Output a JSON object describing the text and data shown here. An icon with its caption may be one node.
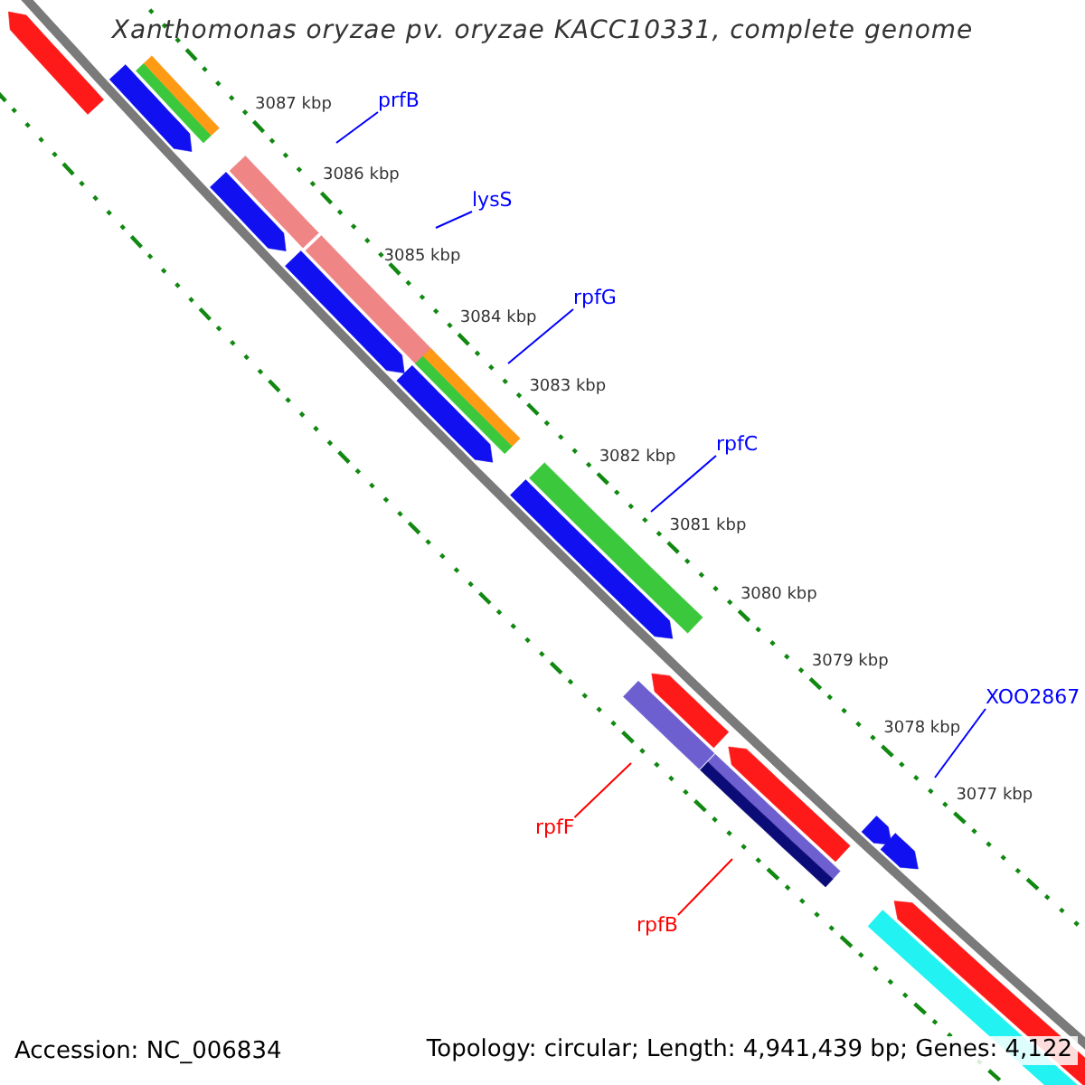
{
  "diagram": {
    "title": "Xanthomonas oryzae pv. oryzae KACC10331, complete genome",
    "nodes": [
      {
        "text": [
          "prfB"
        ]
      },
      {
        "text": [
          "lysS"
        ]
      },
      {
        "text": [
          "rpfG"
        ]
      },
      {
        "text": [
          "rpfC"
        ]
      },
      {
        "text": [
          "XOO2867"
        ]
      },
      {
        "text": [
          "rpfF"
        ]
      },
      {
        "text": [
          "rpfB"
        ]
      }
    ],
    "edges": [
      {
        "from": 0,
        "to": null,
        "arrow": "none"
      },
      {
        "from": 1,
        "to": null,
        "arrow": "none"
      },
      {
        "from": 2,
        "to": null,
        "arrow": "none"
      },
      {
        "from": 3,
        "to": null,
        "arrow": "none"
      },
      {
        "from": 4,
        "to": null,
        "arrow": "none"
      },
      {
        "from": 5,
        "to": null,
        "arrow": "none",
        "color": "#ff0000"
      },
      {
        "from": 6,
        "to": null,
        "arrow": "none",
        "color": "#ff0000"
      }
    ],
    "labels": [
      "3087 kbp",
      "3086 kbp",
      "3085 kbp",
      "3084 kbp",
      "3083 kbp",
      "3082 kbp",
      "3081 kbp",
      "3080 kbp",
      "3079 kbp",
      "3078 kbp",
      "3077 kbp",
      "Accession: NC_006834",
      "Topology: circular; Length: 4,941,439 bp; Genes: 4,122"
    ]
  }
}
